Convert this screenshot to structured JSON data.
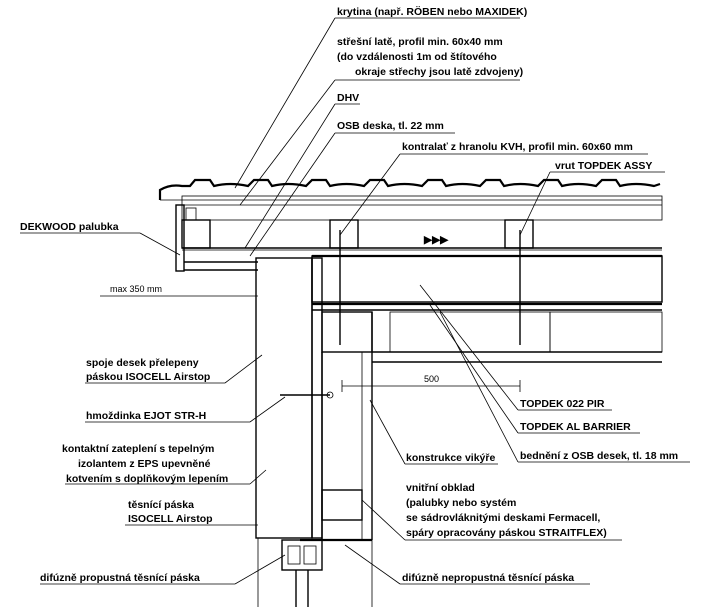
{
  "labels": {
    "krytina": "krytina (např. RÖBEN nebo MAXIDEK)",
    "latě_1": "střešní latě, profil min. 60x40 mm",
    "latě_2": "(do vzdálenosti 1m od štítového",
    "latě_3": "okraje střechy jsou latě zdvojeny)",
    "dhv": "DHV",
    "osb": "OSB deska, tl. 22 mm",
    "kontralat": "kontralať z hranolu KVH, profil min. 60x60 mm",
    "vrut": "vrut TOPDEK ASSY",
    "dekwood": "DEKWOOD palubka",
    "max350": "max 350 mm",
    "spoje_1": "spoje desek přelepeny",
    "spoje_2": "páskou ISOCELL Airstop",
    "hmozdinka": "hmoždinka EJOT STR-H",
    "kontaktni_1": "kontaktní zateplení s tepelným",
    "kontaktni_2": "izolantem z EPS upevněné",
    "kontaktni_3": "kotvením s doplňkovým lepením",
    "tesnici_1": "těsnící páska",
    "tesnici_2": "ISOCELL Airstop",
    "difuzne_prop": "difúzně propustná těsnící páska",
    "dim500": "500",
    "pir": "TOPDEK 022 PIR",
    "barrier": "TOPDEK AL BARRIER",
    "bedneni": "bednění z OSB desek, tl. 18 mm",
    "vikyr": "konstrukce vikýře",
    "vnitrni_1": "vnitřní obklad",
    "vnitrni_2": "(palubky nebo systém",
    "vnitrni_3": "se sádrovláknitými deskami Fermacell,",
    "vnitrni_4": "spáry opracovány páskou STRAITFLEX)",
    "difuzne_neprop": "difúzně nepropustná těsnící páska",
    "arrows": "▶▶▶"
  }
}
